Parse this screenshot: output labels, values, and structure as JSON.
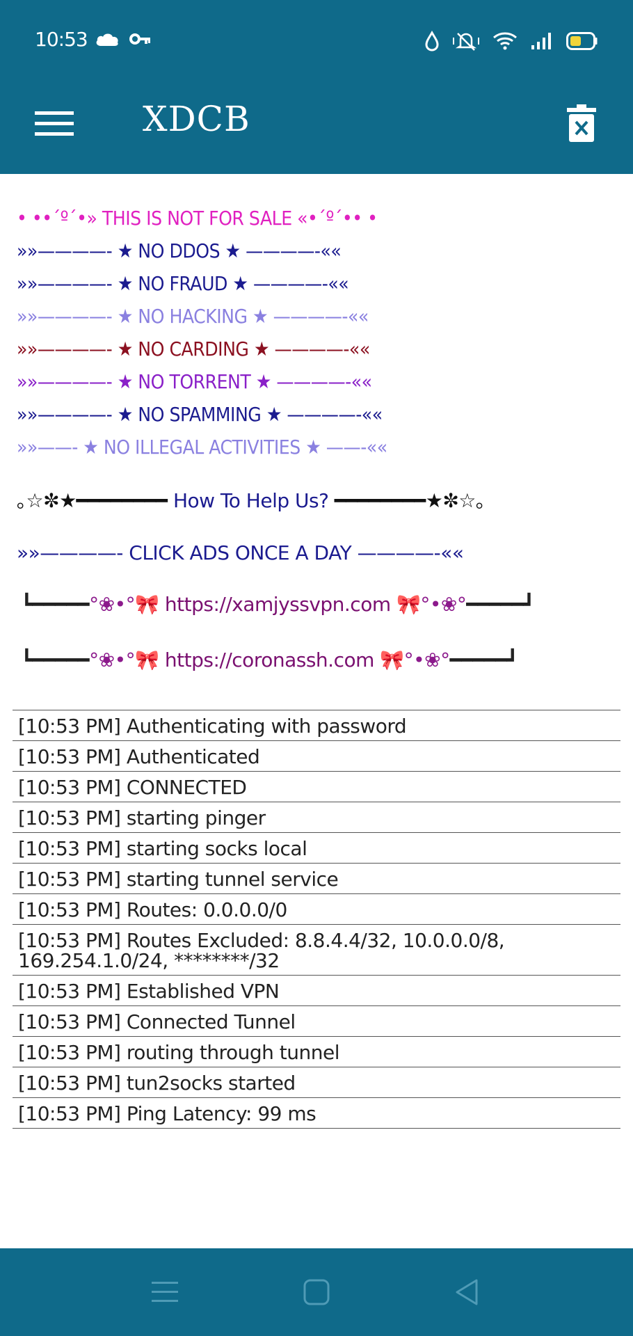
{
  "status_bar": {
    "time": "10:53",
    "left_icons": [
      "cloud-icon",
      "key-icon"
    ],
    "right_icons": [
      "drop-icon",
      "mute-icon",
      "wifi-icon",
      "signal-icon",
      "battery-icon"
    ]
  },
  "app_bar": {
    "title": "XDCB",
    "menu_icon": "hamburger-icon",
    "action_icon": "delete-icon"
  },
  "banner": {
    "lines": [
      {
        "text": "• ••´º´•» THIS IS NOT FOR SALE «•´º´•• •",
        "color": "#e020c0"
      },
      {
        "text": "»»————- ★ NO DDOS ★ ————-««",
        "color": "#1b1b8f"
      },
      {
        "text": "»»————- ★ NO FRAUD ★ ————-««",
        "color": "#1b1b8f"
      },
      {
        "text": "»»————- ★ NO HACKING ★ ————-««",
        "color": "#8a80e0"
      },
      {
        "text": "»»————- ★ NO CARDING ★ ————-««",
        "color": "#8b1020"
      },
      {
        "text": "»»————- ★ NO TORRENT ★ ————-««",
        "color": "#8a20c8"
      },
      {
        "text": "»»————- ★ NO SPAMMING ★ ————-««",
        "color": "#1b1b8f"
      },
      {
        "text": "»»——- ★ NO ILLEGAL ACTIVITIES ★ ——-««",
        "color": "#8a80e0"
      }
    ]
  },
  "help": {
    "left": "｡☆✼★━━━━━━━━ ",
    "text": "How To Help Us?",
    "right": " ━━━━━━━━★✼☆｡"
  },
  "ads": {
    "text": "»»————- CLICK ADS ONCE A DAY ————-««"
  },
  "links": [
    {
      "left": "┗━━━━━",
      "deco_l": "°❀•°",
      "ribbon": "🎀",
      "url": "https://xamjyssvpn.com",
      "deco_r": "°•❀°",
      "right": "━━━━━┛"
    },
    {
      "left": "┗━━━━━",
      "deco_l": "°❀•°",
      "ribbon": "🎀",
      "url": "https://coronassh.com",
      "deco_r": "°•❀°",
      "right": "━━━━━┛"
    }
  ],
  "log": [
    "[10:53 PM] Authenticating with password",
    "[10:53 PM] Authenticated",
    "[10:53 PM] CONNECTED",
    "[10:53 PM] starting pinger",
    "[10:53 PM] starting socks local",
    "[10:53 PM] starting tunnel service",
    "[10:53 PM] Routes: 0.0.0.0/0",
    "[10:53 PM] Routes Excluded: 8.8.4.4/32, 10.0.0.0/8, 169.254.1.0/24, ********/32",
    "[10:53 PM] Established VPN",
    "[10:53 PM] Connected Tunnel",
    "[10:53 PM] routing through tunnel",
    "[10:53 PM] tun2socks started",
    "[10:53 PM] Ping Latency: 99 ms"
  ],
  "nav_bar": {
    "buttons": [
      "recents-icon",
      "home-icon",
      "back-icon"
    ]
  },
  "colors": {
    "brand": "#0f6a8a"
  }
}
